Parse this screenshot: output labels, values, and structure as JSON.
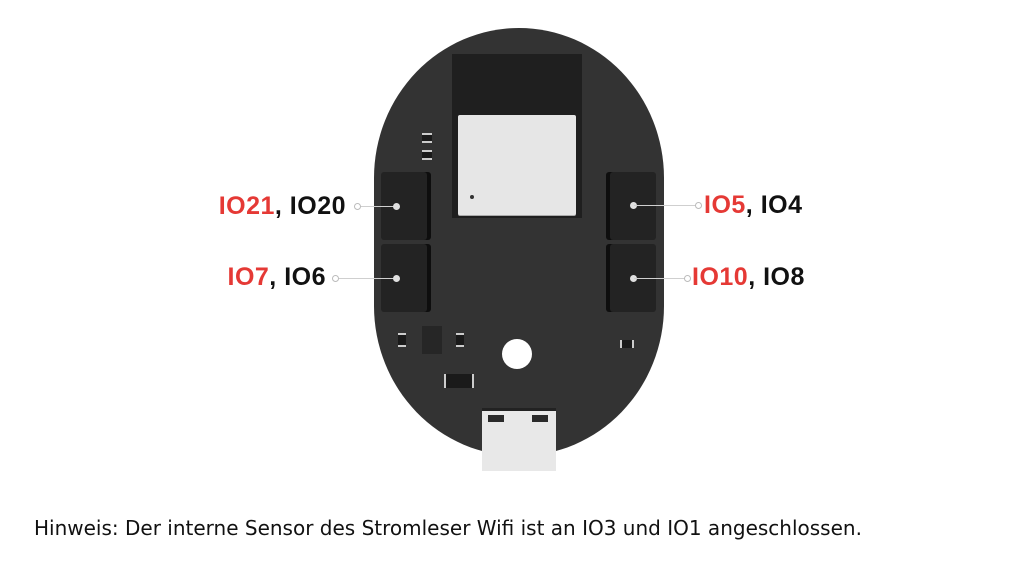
{
  "pins": {
    "left_top": {
      "primary": "IO21",
      "separator": ", ",
      "secondary": "IO20"
    },
    "left_bottom": {
      "primary": "IO7",
      "separator": ", ",
      "secondary": "IO6"
    },
    "right_top": {
      "primary": "IO5",
      "separator": ", ",
      "secondary": "IO4"
    },
    "right_bottom": {
      "primary": "IO10",
      "separator": ", ",
      "secondary": "IO8"
    }
  },
  "note": {
    "text": "Hinweis: Der interne Sensor des Stromleser Wifi ist an IO3 und IO1 angeschlossen."
  },
  "colors": {
    "primary_pin": "#e53935",
    "secondary_pin": "#111111",
    "board": "#333333"
  }
}
